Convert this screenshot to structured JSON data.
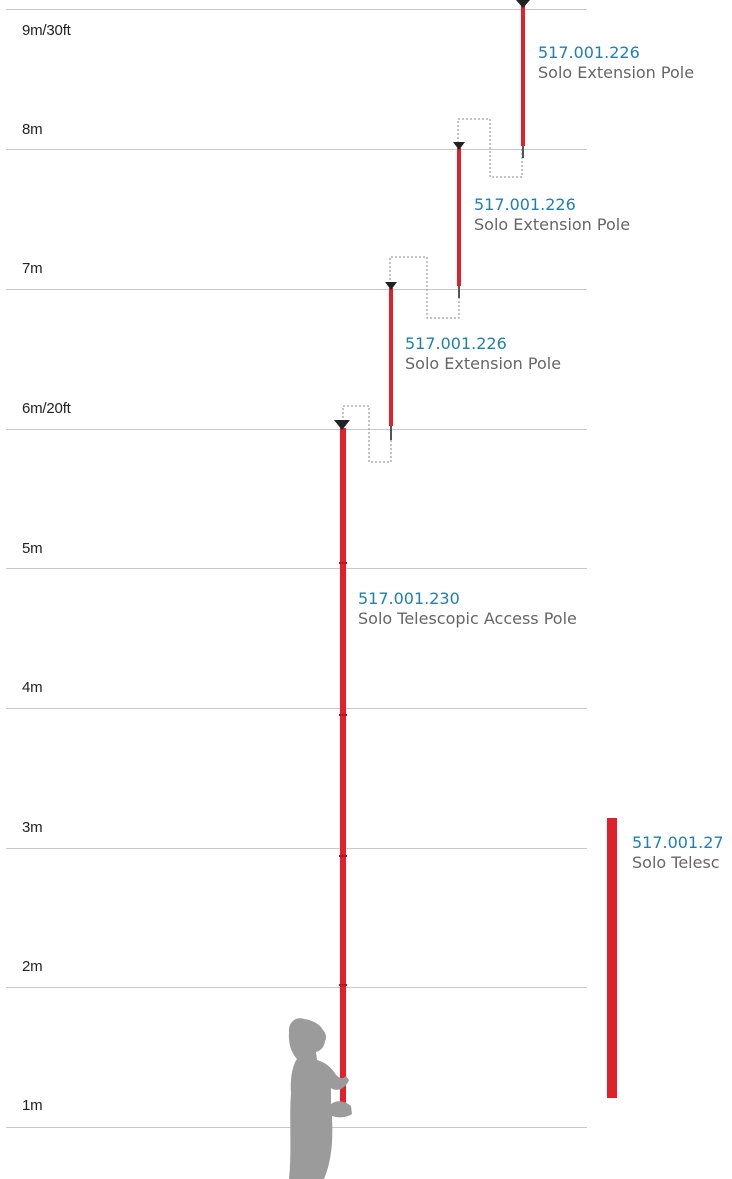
{
  "scale_labels": [
    "9m/30ft",
    "8m",
    "7m",
    "6m/20ft",
    "5m",
    "4m",
    "3m",
    "2m",
    "1m"
  ],
  "poles": [
    {
      "code": "517.001.226",
      "name": "Solo Extension Pole"
    },
    {
      "code": "517.001.226",
      "name": "Solo Extension Pole"
    },
    {
      "code": "517.001.226",
      "name": "Solo Extension Pole"
    },
    {
      "code": "517.001.230",
      "name": "Solo Telescopic Access Pole"
    },
    {
      "code": "517.001.27",
      "name": "Solo Telesc"
    }
  ],
  "colors": {
    "pole": "#e0202a",
    "code": "#1e7fb0",
    "name": "#666666",
    "gridline": "#c9c9c9",
    "figure": "#9b9b9b"
  }
}
